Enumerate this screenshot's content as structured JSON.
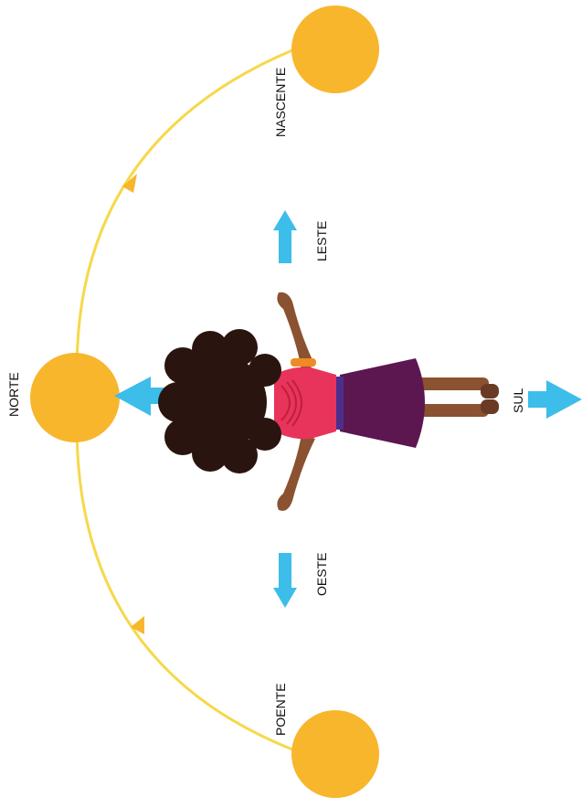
{
  "labels": {
    "nascente": "NASCENTE",
    "leste": "LESTE",
    "norte": "NORTE",
    "sul": "SUL",
    "oeste": "OESTE",
    "poente": "POENTE"
  },
  "colors": {
    "sun": "#f8b62d",
    "arc": "#f6d84a",
    "arrow": "#3dbde9",
    "skin": "#8a5230",
    "hair": "#2a1410",
    "shirt": "#e8345a",
    "skirt": "#5c1650",
    "belt": "#4b2f8e",
    "bracelet": "#f08a24"
  }
}
